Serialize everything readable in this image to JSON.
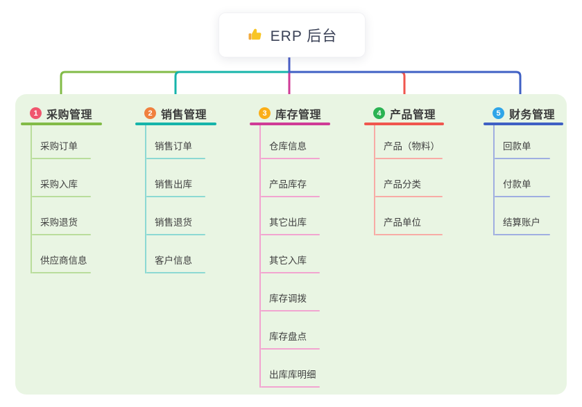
{
  "root": {
    "label": "ERP 后台",
    "icon": "thumbs-up"
  },
  "panel_color": "#E9F5E3",
  "connector_color": "#4A5EC6",
  "branches": [
    {
      "index": "1",
      "label": "采购管理",
      "color": "#82BB47",
      "tint": "#B9DD9B",
      "badge_color": "#F0566E",
      "children": [
        "采购订单",
        "采购入库",
        "采购退货",
        "供应商信息"
      ]
    },
    {
      "index": "2",
      "label": "销售管理",
      "color": "#16B4AA",
      "tint": "#8CD9D3",
      "badge_color": "#F0803F",
      "children": [
        "销售订单",
        "销售出库",
        "销售退货",
        "客户信息"
      ]
    },
    {
      "index": "3",
      "label": "库存管理",
      "color": "#CF3B96",
      "tint": "#F2A4D0",
      "badge_color": "#FBAE17",
      "children": [
        "仓库信息",
        "产品库存",
        "其它出库",
        "其它入库",
        "库存调拨",
        "库存盘点",
        "出库库明细"
      ]
    },
    {
      "index": "4",
      "label": "产品管理",
      "color": "#F0564E",
      "tint": "#F8ABA5",
      "badge_color": "#2BB353",
      "children": [
        "产品（物料）",
        "产品分类",
        "产品单位"
      ]
    },
    {
      "index": "5",
      "label": "财务管理",
      "color": "#3F60C4",
      "tint": "#9FAEE1",
      "badge_color": "#2FA5E8",
      "children": [
        "回款单",
        "付款单",
        "结算账户"
      ]
    }
  ]
}
